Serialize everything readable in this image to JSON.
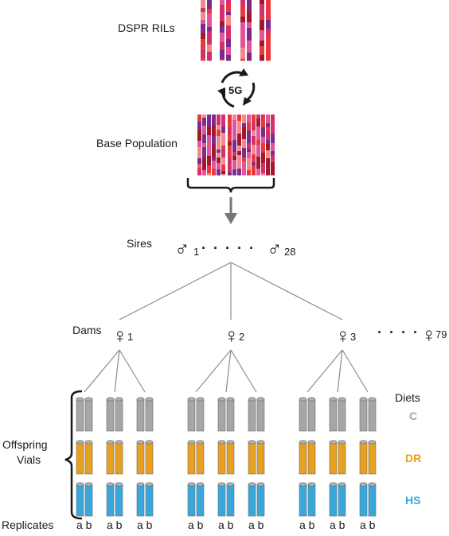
{
  "labels": {
    "dspr_rils": "DSPR RILs",
    "cycle": "5G",
    "base_population": "Base Population",
    "sires": "Sires",
    "dams": "Dams",
    "offspring_line1": "Offspring",
    "offspring_line2": "Vials",
    "diets_header": "Diets",
    "replicates": "Replicates",
    "rep_ab": "a b"
  },
  "symbols": {
    "male": "♂",
    "female": "♀",
    "ellipsis_sires": "· · · · ·",
    "ellipsis_dams": "· · · ·"
  },
  "sires": {
    "first": "1",
    "last": "28"
  },
  "dams": [
    "1",
    "2",
    "3"
  ],
  "dams_last": "79",
  "diets": [
    {
      "name": "C",
      "color": "#a6a6a6"
    },
    {
      "name": "DR",
      "color": "#e8a020"
    },
    {
      "name": "HS",
      "color": "#3aa7dc"
    }
  ],
  "colors": {
    "chromosome_palette": [
      "#e8383d",
      "#d1306e",
      "#7b2c8a",
      "#f08a8a",
      "#a3172a",
      "#e0559a"
    ],
    "lines": "#8c8c8c",
    "vial_outline": "#6d6d6d",
    "vial_cap": "#b0b0b0"
  }
}
